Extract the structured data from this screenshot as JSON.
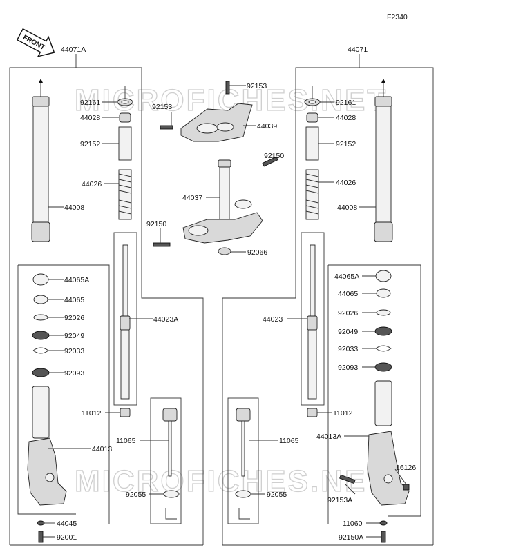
{
  "diagram": {
    "code": "F2340",
    "front_badge": "FRONT",
    "watermark": "MICROFICHES.NET",
    "labels": {
      "l_44071A": "44071A",
      "l_92161_l": "92161",
      "l_44028_l": "44028",
      "l_92152_l": "92152",
      "l_44026_l": "44026",
      "l_44008_l": "44008",
      "l_44065A_l": "44065A",
      "l_44065_l": "44065",
      "l_92026_l": "92026",
      "l_92049_l": "92049",
      "l_92033_l": "92033",
      "l_92093_l": "92093",
      "l_44023A": "44023A",
      "l_11012_l": "11012",
      "l_11065_l": "11065",
      "l_44013": "44013",
      "l_92055_l": "92055",
      "l_44045": "44045",
      "l_92001": "92001",
      "l_92153_a": "92153",
      "l_92153_b": "92153",
      "l_44039": "44039",
      "l_92150_a": "92150",
      "l_44037": "44037",
      "l_92150_b": "92150",
      "l_92066": "92066",
      "l_44071": "44071",
      "l_92161_r": "92161",
      "l_44028_r": "44028",
      "l_92152_r": "92152",
      "l_44026_r": "44026",
      "l_44008_r": "44008",
      "l_44065A_r": "44065A",
      "l_44065_r": "44065",
      "l_92026_r": "92026",
      "l_92049_r": "92049",
      "l_92033_r": "92033",
      "l_92093_r": "92093",
      "l_44023": "44023",
      "l_11012_r": "11012",
      "l_11065_r": "11065",
      "l_44013A": "44013A",
      "l_16126": "16126",
      "l_92153A": "92153A",
      "l_92055_r": "92055",
      "l_11060": "11060",
      "l_92150A": "92150A"
    }
  }
}
